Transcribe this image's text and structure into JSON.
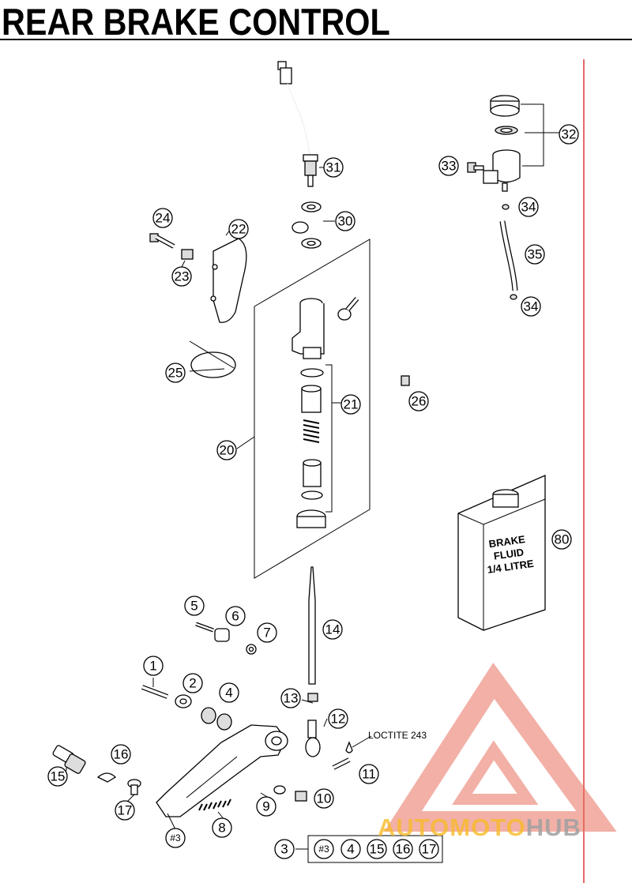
{
  "title": "REAR BRAKE CONTROL",
  "callouts": {
    "n1": "1",
    "n2": "2",
    "n3": "3",
    "n4": "4",
    "n5": "5",
    "n6": "6",
    "n7": "7",
    "n8": "8",
    "n9": "9",
    "n10": "10",
    "n11": "11",
    "n12": "12",
    "n13": "13",
    "n14": "14",
    "n15": "15",
    "n16": "16",
    "n17": "17",
    "n20": "20",
    "n21": "21",
    "n22": "22",
    "n23": "23",
    "n24": "24",
    "n25": "25",
    "n26": "26",
    "n30": "30",
    "n31": "31",
    "n32": "32",
    "n33": "33",
    "n34a": "34",
    "n34b": "34",
    "n35": "35",
    "n80": "80",
    "assembly_mark": "#3"
  },
  "kit": {
    "label": "3",
    "items": [
      "#3",
      "4",
      "15",
      "16",
      "17"
    ]
  },
  "bottle": {
    "line1": "BRAKE",
    "line2": "FLUID",
    "line3": "1/4 LITRE"
  },
  "annotation": "LOCTITE 243",
  "watermark": {
    "part1": "AUTOMOTO",
    "part2": "HUB",
    "color_red": "#e8705e",
    "color_yellow": "#f6ba28",
    "color_grey": "#a0a0a0"
  },
  "colors": {
    "page_line": "#e46a6a"
  }
}
